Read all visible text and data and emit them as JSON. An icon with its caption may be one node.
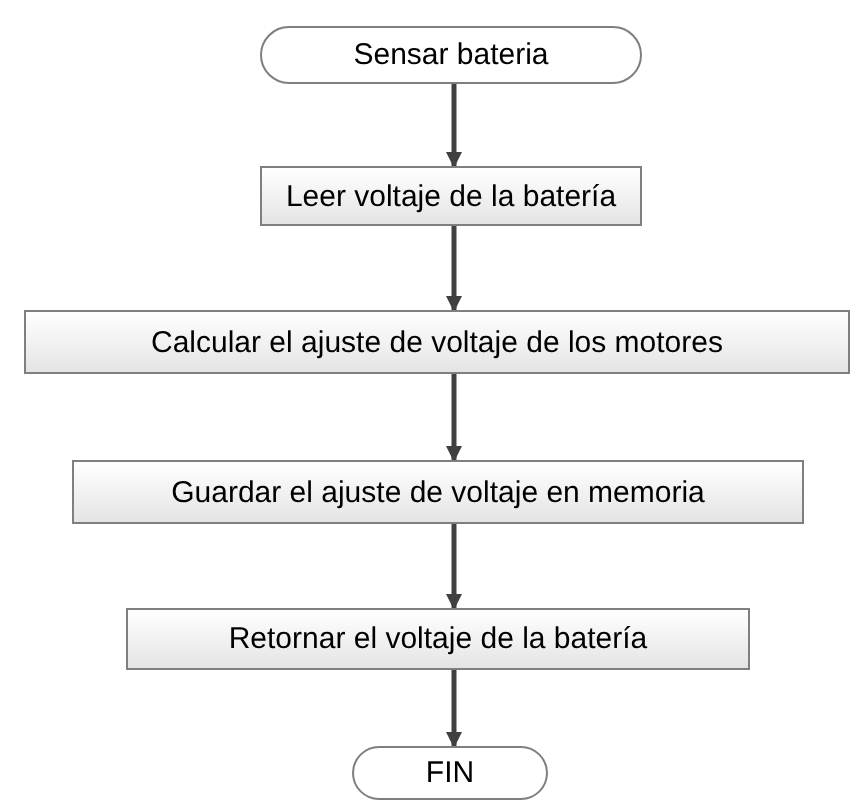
{
  "diagram": {
    "nodes": [
      {
        "text": [
          "Sensar bateria"
        ]
      },
      {
        "text": [
          "Leer voltaje de la batería"
        ]
      },
      {
        "text": [
          "Calcular el ajuste de voltaje de los motores"
        ]
      },
      {
        "text": [
          "Guardar el ajuste de voltaje en memoria"
        ]
      },
      {
        "text": [
          "Retornar el voltaje de la batería"
        ]
      },
      {
        "text": [
          "FIN"
        ]
      }
    ],
    "edges": [
      {
        "from": 0,
        "to": 1,
        "arrow": "to"
      },
      {
        "from": 1,
        "to": 2,
        "arrow": "to"
      },
      {
        "from": 2,
        "to": 3,
        "arrow": "to"
      },
      {
        "from": 3,
        "to": 4,
        "arrow": "to"
      },
      {
        "from": 4,
        "to": 5,
        "arrow": "to"
      }
    ]
  }
}
